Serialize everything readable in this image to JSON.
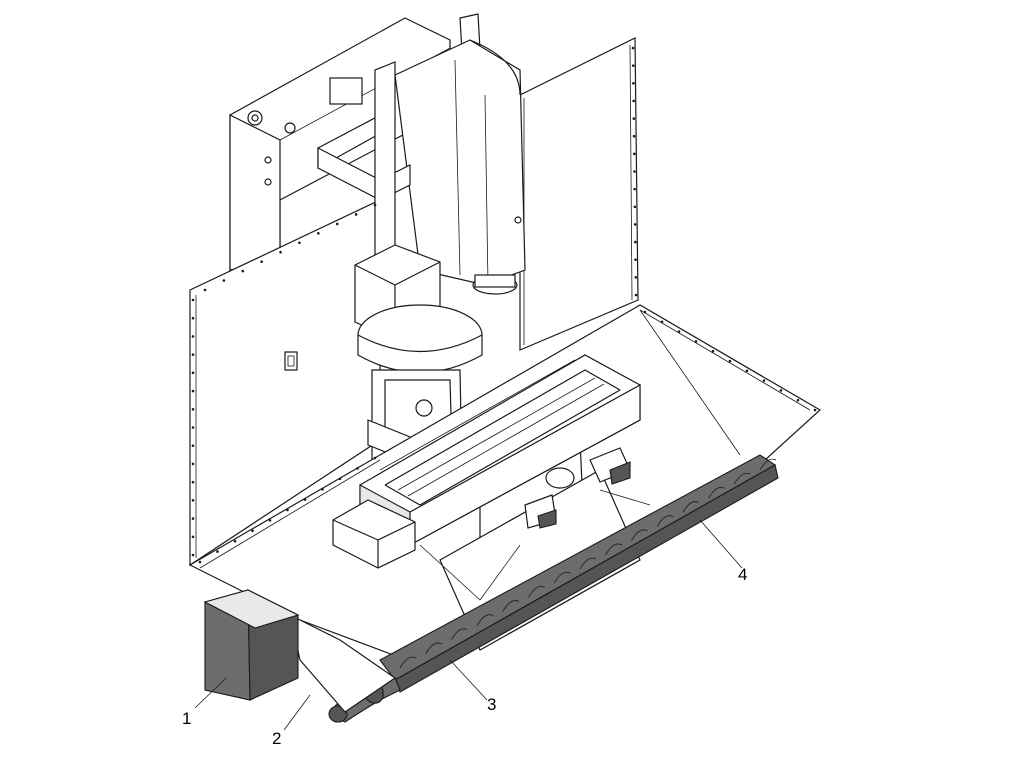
{
  "callouts": [
    {
      "id": "1",
      "label": "1"
    },
    {
      "id": "2",
      "label": "2"
    },
    {
      "id": "3",
      "label": "3"
    },
    {
      "id": "4",
      "label": "4"
    }
  ],
  "colors": {
    "line": "#1a1a1a",
    "auger": "#6d6d6d",
    "hopper": "#6d6d6d",
    "background": "#ffffff"
  }
}
